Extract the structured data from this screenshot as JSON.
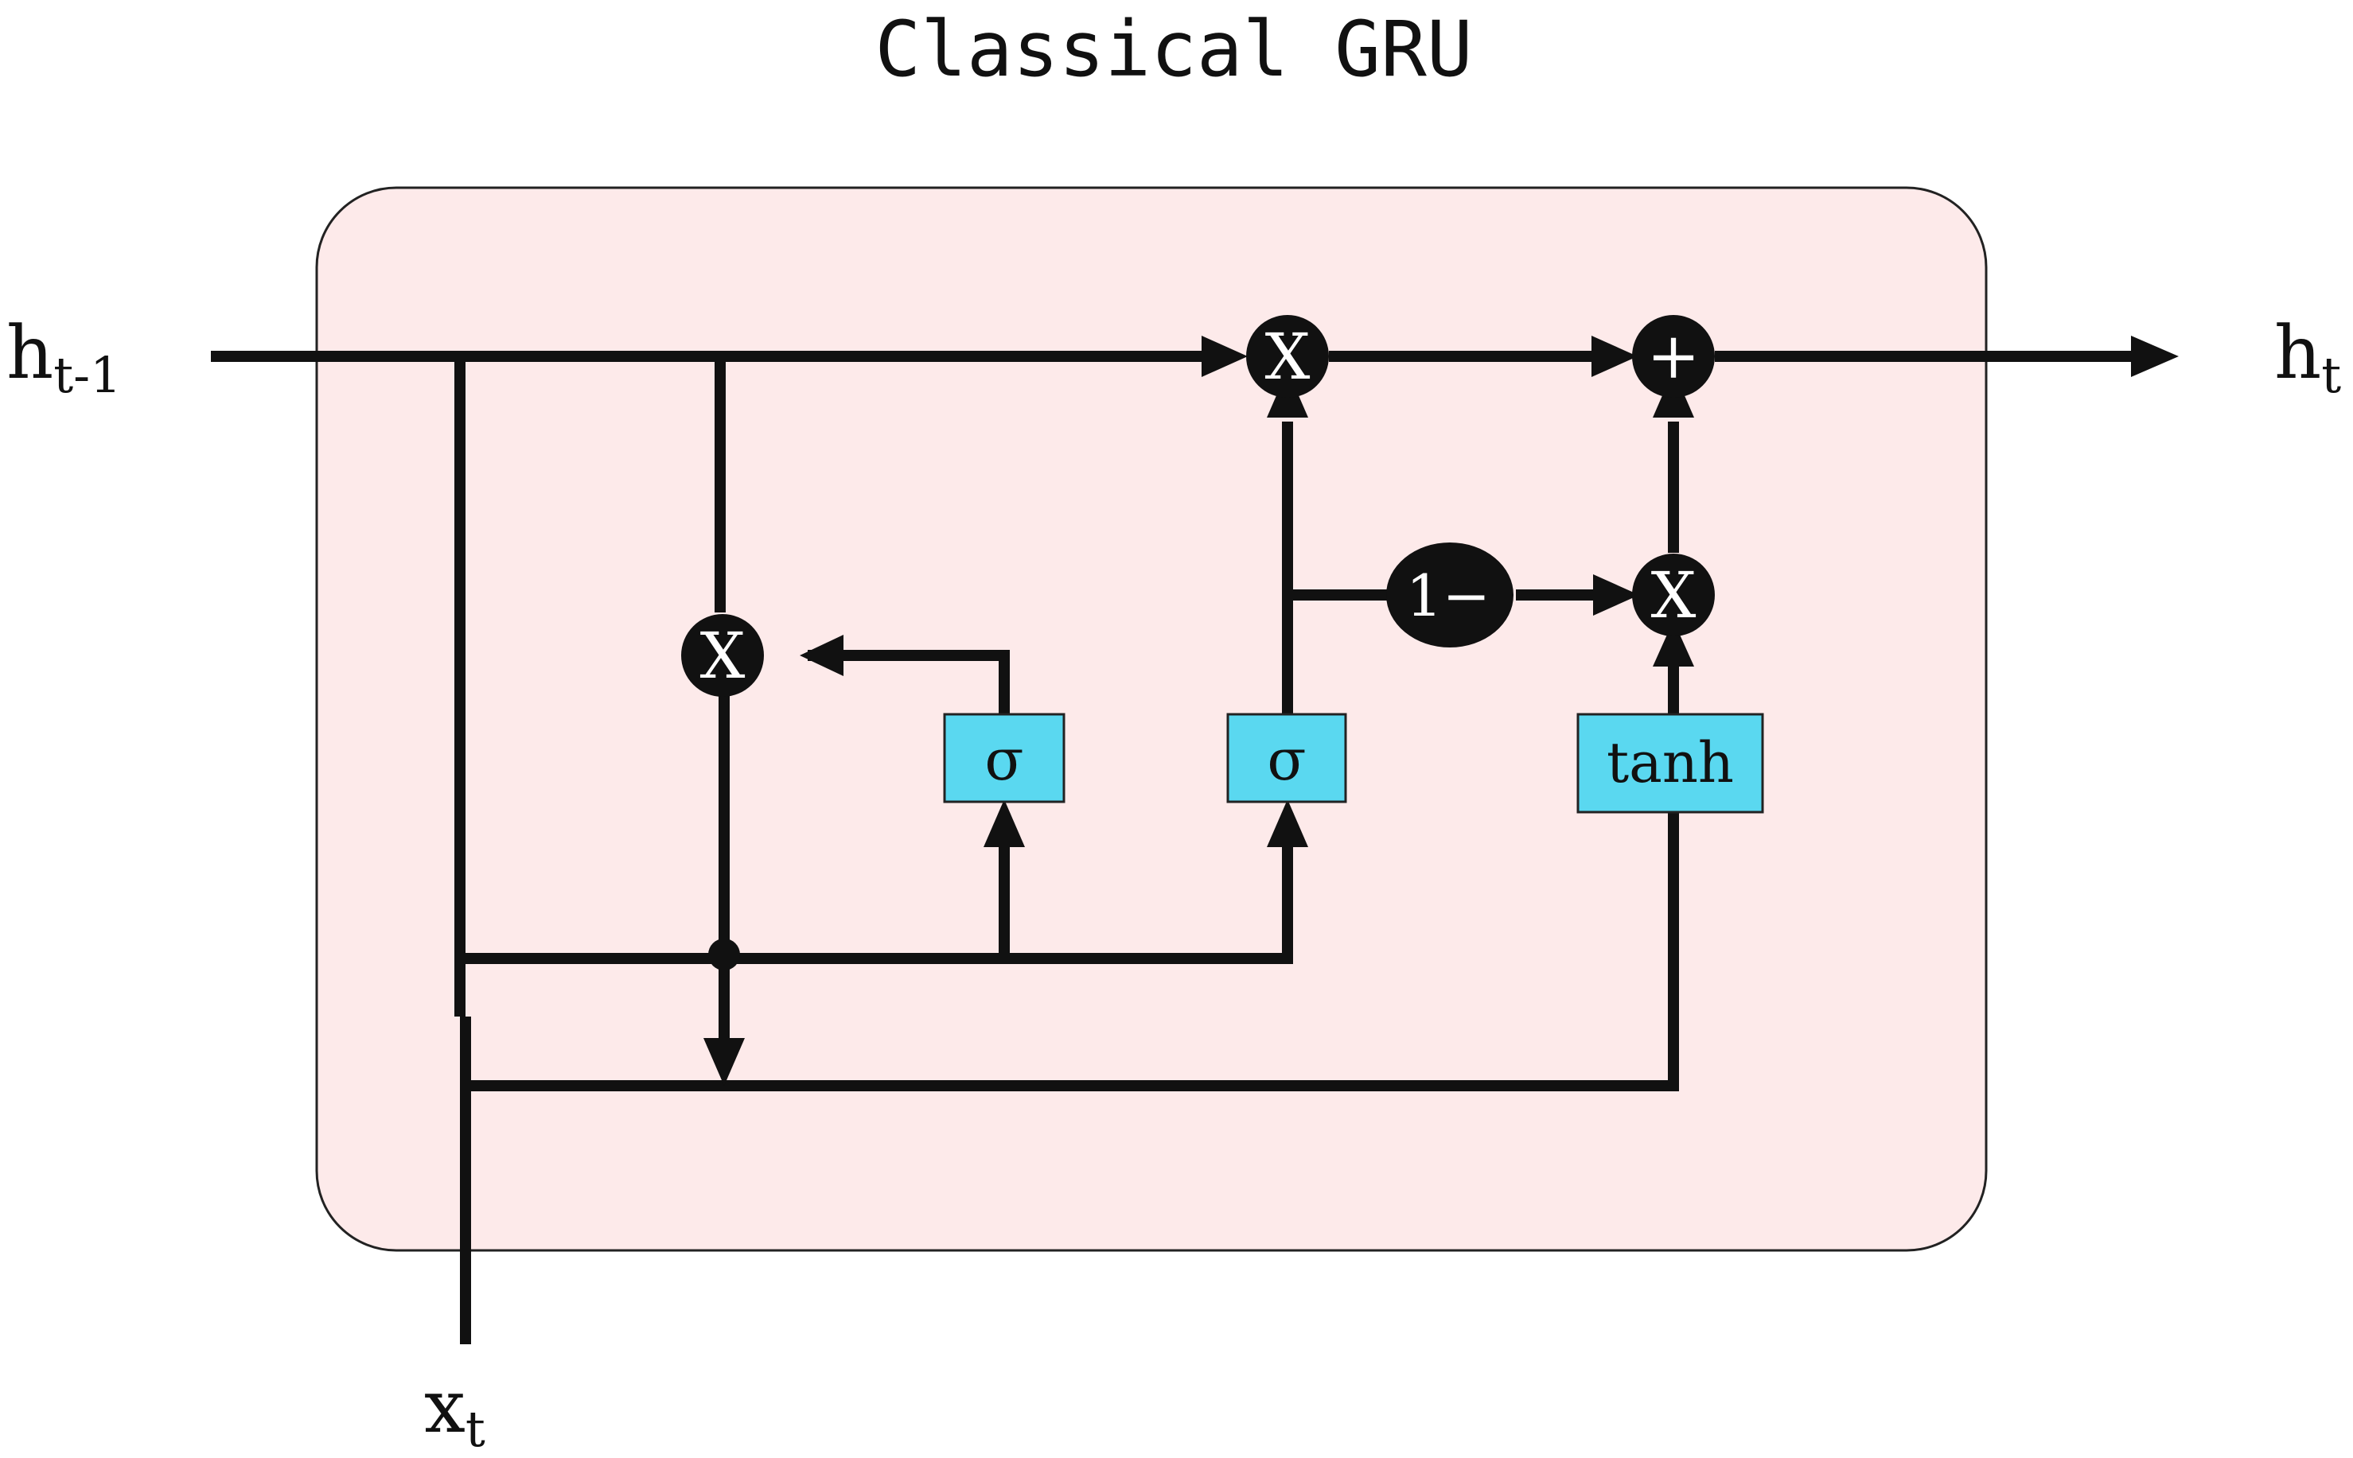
{
  "title": "Classical GRU",
  "labels": {
    "h_prev_base": "h",
    "h_prev_sub": "t-1",
    "h_next_base": "h",
    "h_next_sub": "t",
    "x_base": "x",
    "x_sub": "t"
  },
  "gates": {
    "reset_gate": "σ",
    "update_gate": "σ",
    "candidate": "tanh"
  },
  "operators": {
    "multiply_reset": "X",
    "multiply_top": "X",
    "multiply_candidate": "X",
    "one_minus": "1−",
    "add": "+"
  },
  "colors": {
    "cell_fill": "#fdeaea",
    "gate_fill": "#5ad8f0",
    "wire": "#111111",
    "node": "#111111"
  }
}
